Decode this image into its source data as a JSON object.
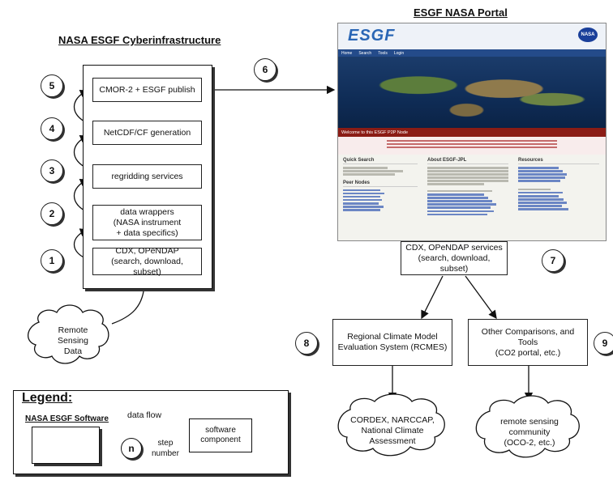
{
  "left_title": "NASA ESGF Cyberinfrastructure",
  "right_title": "ESGF NASA Portal",
  "stack": {
    "cmor": "CMOR-2 + ESGF publish",
    "netcdf": "NetCDF/CF generation",
    "regrid": "regridding services",
    "wrappers_l1": "data wrappers",
    "wrappers_l2": "(NASA instrument",
    "wrappers_l3": "+ data specifics)",
    "cdx_l1": "CDX, OPeNDAP",
    "cdx_l2": "(search, download, subset)"
  },
  "steps": [
    "1",
    "2",
    "3",
    "4",
    "5",
    "6",
    "7",
    "8",
    "9"
  ],
  "remote_l1": "Remote",
  "remote_l2": "Sensing",
  "remote_l3": "Data",
  "portal": {
    "logo": "ESGF",
    "nav": [
      "Home",
      "Search",
      "Tools",
      "Login"
    ],
    "welcome": "Welcome to this ESGF P2P Node",
    "quick_search": "Quick Search",
    "about": "About ESGF-JPL",
    "resources": "Resources",
    "peer_nodes": "Peer Nodes"
  },
  "cdx_services_l1": "CDX, OPeNDAP services",
  "cdx_services_l2": "(search, download, subset)",
  "rcmes_l1": "Regional Climate Model",
  "rcmes_l2": "Evaluation System (RCMES)",
  "other_l1": "Other Comparisons, and Tools",
  "other_l2": "(CO2 portal, etc.)",
  "cordex_l1": "CORDEX, NARCCAP,",
  "cordex_l2": "National Climate",
  "cordex_l3": "Assessment",
  "rs_l1": "remote sensing",
  "rs_l2": "community",
  "rs_l3": "(OCO-2, etc.)",
  "legend": {
    "title": "Legend:",
    "software_label": "NASA ESGF Software",
    "data_flow": "data flow",
    "step_symbol": "n",
    "step_l1": "step",
    "step_l2": "number",
    "component_l1": "software",
    "component_l2": "component"
  }
}
